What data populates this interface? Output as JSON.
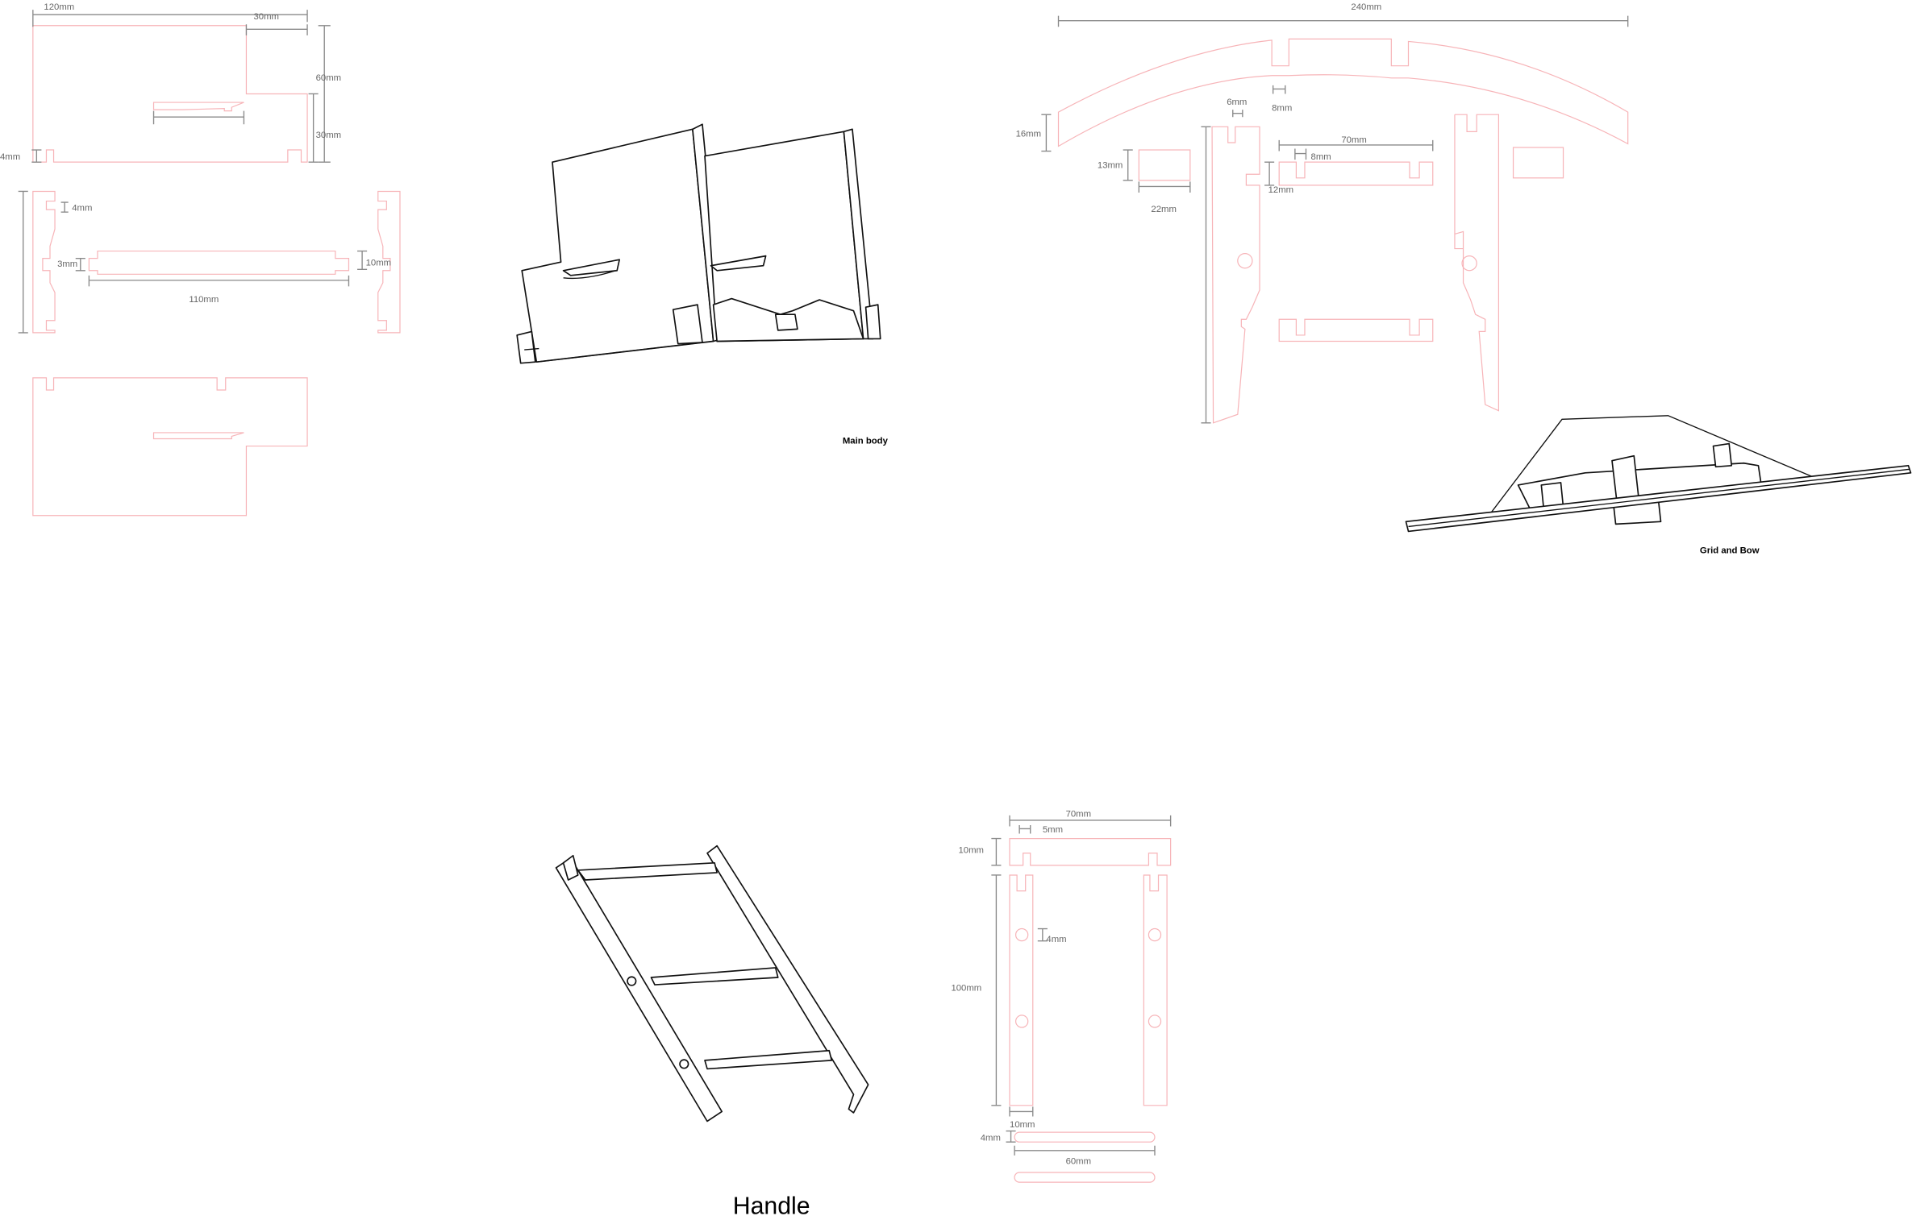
{
  "captions": {
    "main_body": "Main body",
    "grid_and_bow": "Grid and Bow",
    "handle": "Handle"
  },
  "main_body_dims": {
    "width_120": "120mm",
    "width_30": "30mm",
    "height_60": "60mm",
    "height_30": "30mm",
    "notch_4": "4mm",
    "side_notch_4": "4mm",
    "bar_3": "3mm",
    "bar_110": "110mm",
    "bar_10": "10mm"
  },
  "grid_bow_dims": {
    "bow_240": "240mm",
    "bow_16": "16mm",
    "slot_6": "6mm",
    "slot_8_top": "8mm",
    "block_13": "13mm",
    "block_22": "22mm",
    "bar_70": "70mm",
    "bar_slot_8": "8mm",
    "bar_12": "12mm"
  },
  "handle_dims": {
    "top_70": "70mm",
    "slot_5": "5mm",
    "top_10": "10mm",
    "hole_4": "4mm",
    "leg_100": "100mm",
    "leg_10": "10mm",
    "rod_4": "4mm",
    "rod_60": "60mm"
  },
  "colors": {
    "cut_line": "#f7b4b8",
    "dimension": "#8a8a8a",
    "model": "#111111"
  }
}
